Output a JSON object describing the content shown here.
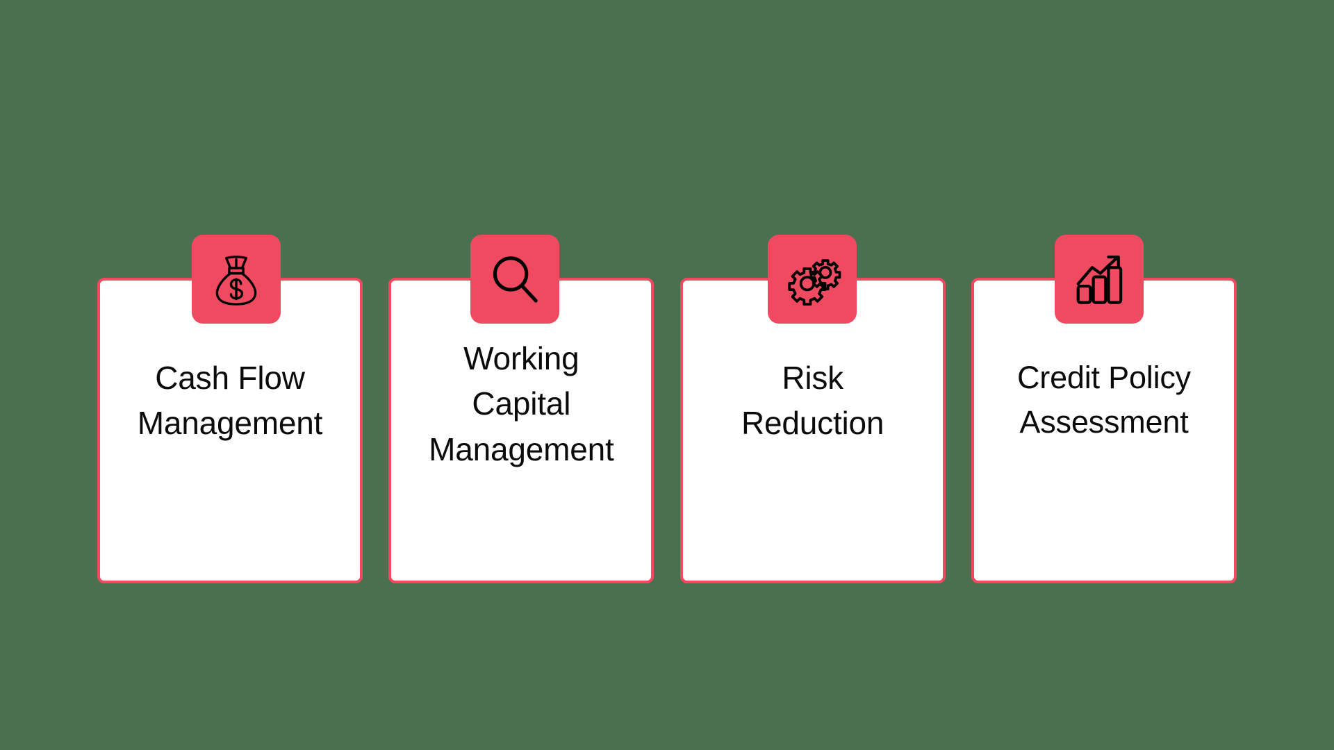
{
  "theme": {
    "background_color": "#4a7050",
    "accent_color": "#ef4a5f",
    "card_background": "#ffffff",
    "text_color": "#0b0b0b"
  },
  "cards": [
    {
      "id": "cash-flow-management",
      "title": "Cash Flow\nManagement",
      "icon": "money-bag-icon"
    },
    {
      "id": "working-capital-management",
      "title": "Working\nCapital\nManagement",
      "icon": "magnifier-icon"
    },
    {
      "id": "risk-reduction",
      "title": "Risk\nReduction",
      "icon": "gears-icon"
    },
    {
      "id": "credit-policy-assessment",
      "title": "Credit Policy\nAssessment",
      "icon": "bar-chart-growth-icon"
    }
  ]
}
